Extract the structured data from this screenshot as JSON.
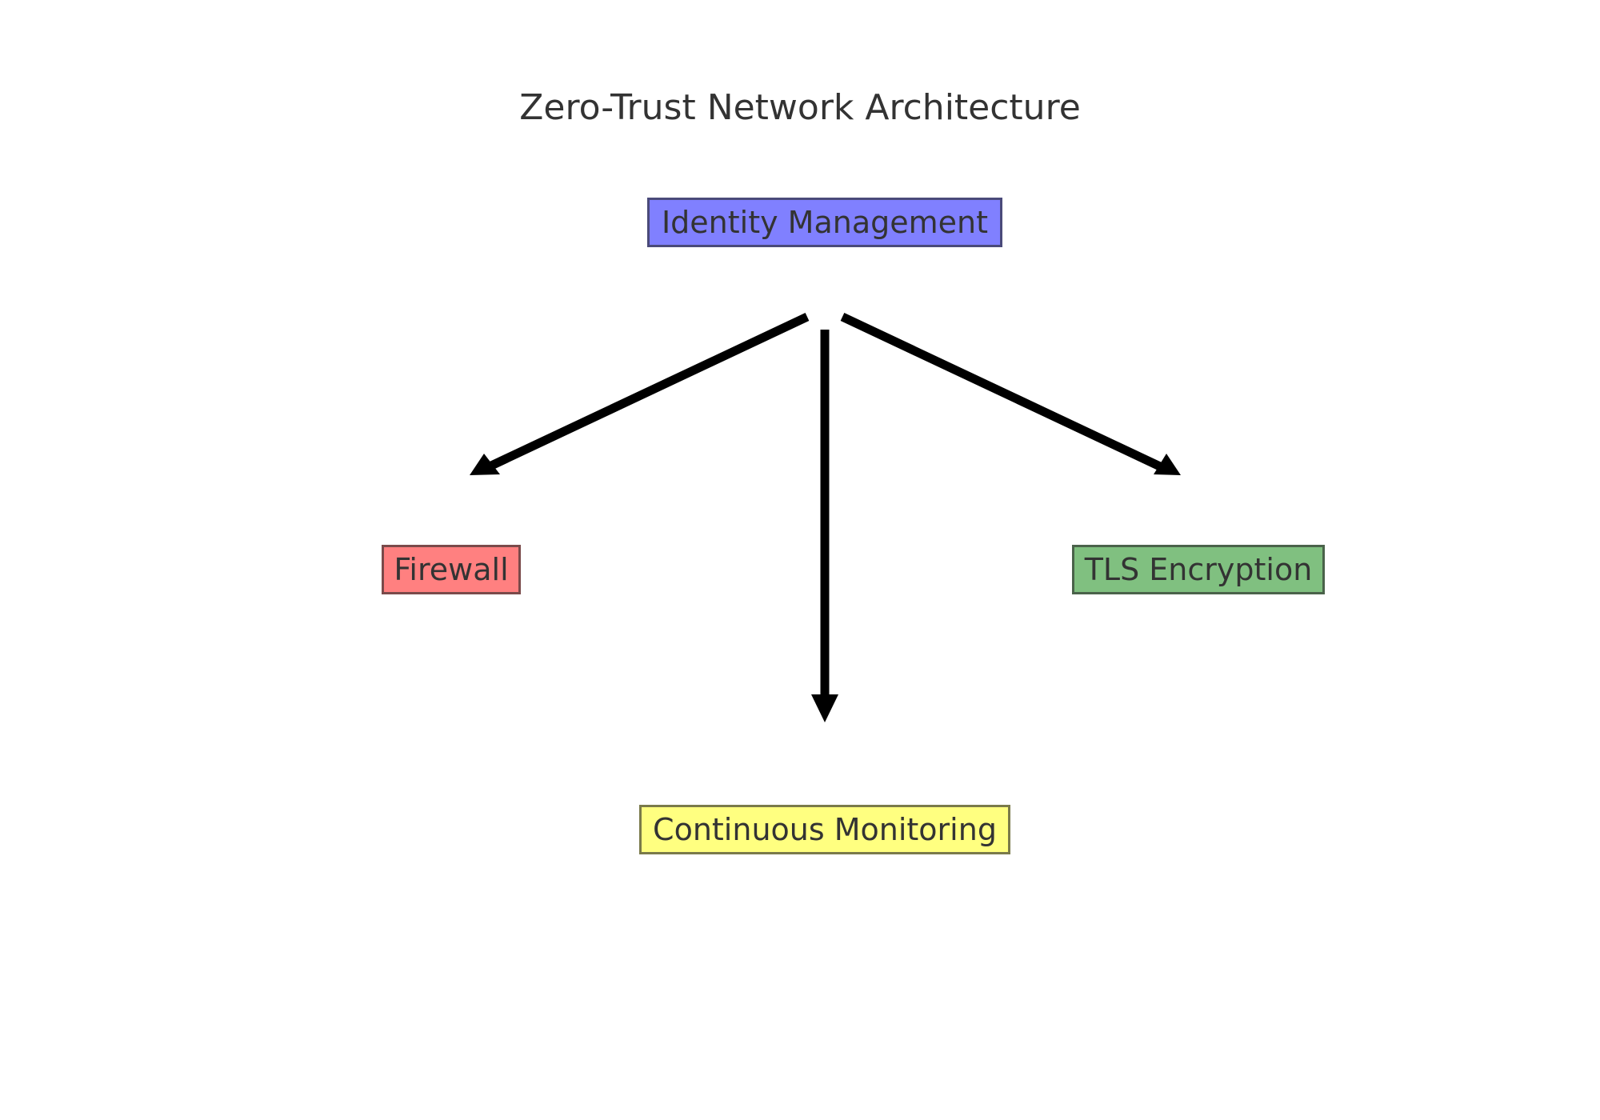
{
  "title": "Zero-Trust Network Architecture",
  "nodes": {
    "identity": {
      "label": "Identity Management",
      "color": "#8080ff"
    },
    "firewall": {
      "label": "Firewall",
      "color": "#ff8080"
    },
    "tls": {
      "label": "TLS Encryption",
      "color": "#80c080"
    },
    "monitoring": {
      "label": "Continuous Monitoring",
      "color": "#ffff80"
    }
  },
  "edges": [
    {
      "from": "identity",
      "to": "firewall"
    },
    {
      "from": "identity",
      "to": "monitoring"
    },
    {
      "from": "identity",
      "to": "tls"
    }
  ],
  "colors": {
    "edge": "#000000",
    "text": "#333333",
    "background": "#ffffff"
  }
}
